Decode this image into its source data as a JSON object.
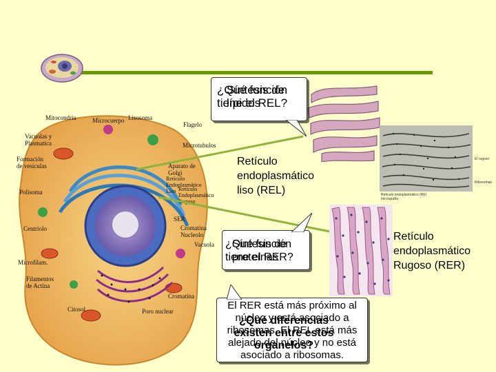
{
  "callout_rel": {
    "text_a": "¿Qué función\ntiene el REL?",
    "text_b": "Síntesis de\nlípidos"
  },
  "label_rel": "Retículo\nendoplasmático\nliso (REL)",
  "callout_rer": {
    "text_a": "¿Qué función\ntiene el RER?",
    "text_b": "Síntesis de\nproteínas"
  },
  "label_rer": "Retículo\nendoplasmático\nRugoso (RER)",
  "bottom_box": {
    "answer": "El RER está más próximo al\nnúcleo y está asociado a\nribosomas. El REL está más\nalejado del núcleo y no está\nasociado a ribosomas.",
    "question": "¿Qué diferencias\nexisten entre estos\norganelos?"
  },
  "micrograph_labels": {
    "rer_tag": "El rugoso",
    "ribosomes_tag": "Ribosomas",
    "caption": "Retículo endoplasmático (RE)\nmicrografía"
  },
  "diagram_labels": {
    "mitocondria": "Mitocondria",
    "microcuerpo": "Microcuerpo",
    "lisosoma": "Lisosoma",
    "flagelo": "Flagelo",
    "vacuolas": "Vacuolas y\nPlasmatica",
    "microtubulos": "Microtubulos",
    "formacion": "Formación\nde vesículas",
    "golgi": "Aparato de\nGolgi",
    "reticulo": "Retículo\nEndoplasmático\nLiso",
    "retic2": "Retículo\nEndoplasmático\nRugoso",
    "polisoma": "Polisoma",
    "centriolo": "Centriolo",
    "ser": "SER",
    "cromatina": "Cromatina\nNucleolo",
    "vacuola": "Vacuola",
    "microfilam": "Microfilam.",
    "filamentos": "Filamentos\nde Actina",
    "cromatina2": "Cromatina",
    "citosol": "Citosol",
    "poro": "Poro nuclear"
  },
  "colors": {
    "background": "#ffffcc",
    "bar": "#669900",
    "arrow": "#8cb33a"
  }
}
